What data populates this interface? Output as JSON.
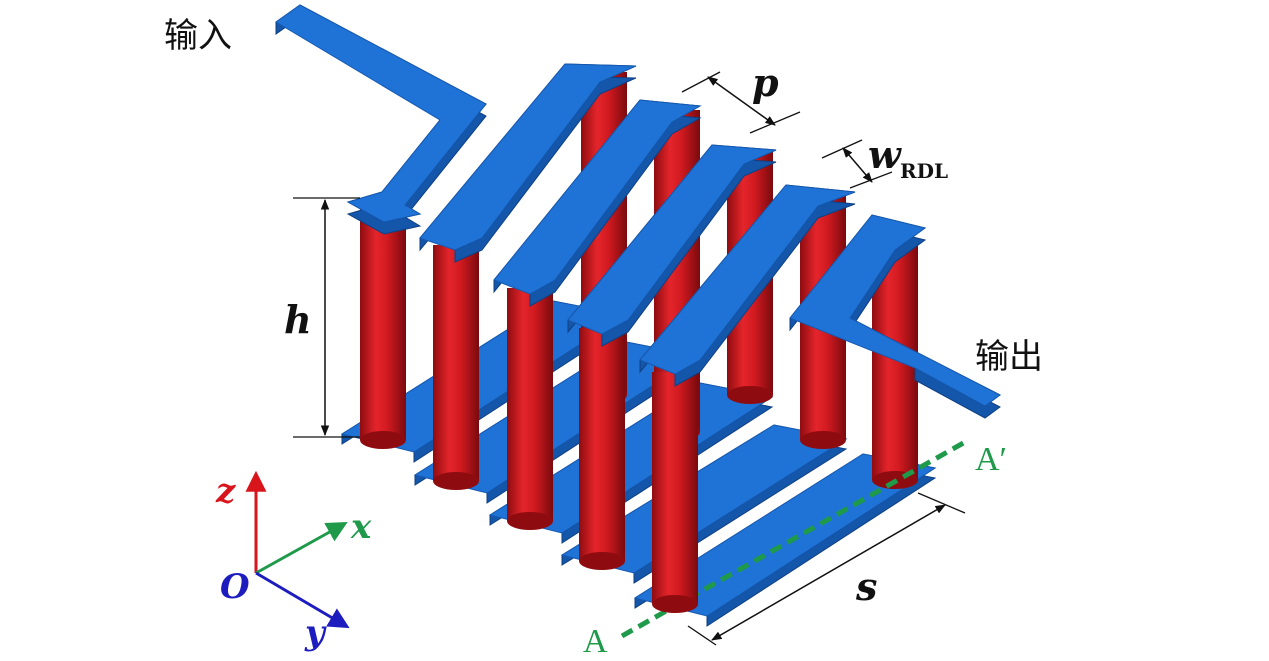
{
  "labels": {
    "input": "输入",
    "output": "输出",
    "pitch": "p",
    "width_main": "w",
    "width_sub": "RDL",
    "height": "h",
    "spacing": "s",
    "section_start": "A",
    "section_end": "A′"
  },
  "axes": {
    "origin": "O",
    "x": "x",
    "y": "y",
    "z": "z"
  },
  "colors": {
    "rdl_blue": "#1f73d6",
    "via_red": "#d9151c",
    "section_green": "#1e9a4a",
    "axis_x": "#1e9a4a",
    "axis_y": "#1d1dbf",
    "axis_z": "#d9151c",
    "origin": "#1d1dbf"
  }
}
